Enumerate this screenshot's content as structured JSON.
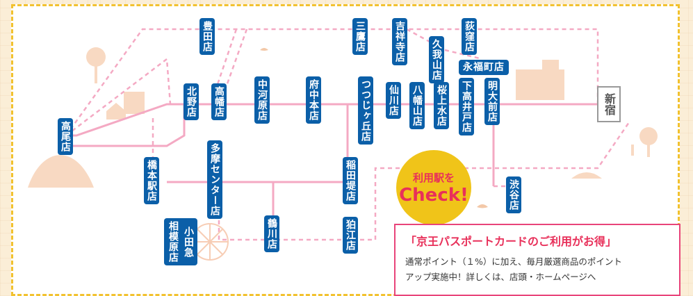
{
  "stations": {
    "toyoda": "豊田店",
    "mitaka": "三鷹店",
    "kichijoji": "吉祥寺店",
    "ogikubo": "荻窪店",
    "kugayama": "久我山店",
    "eifukucho": "永福町店",
    "takao": "高尾店",
    "kitano": "北野店",
    "takahata": "高幡店",
    "nakagawara": "中河原店",
    "fuchuhon": "府中本店",
    "tsutsujigaoka": "つつじヶ丘店",
    "sengawa": "仙川店",
    "hachimanyama": "八幡山店",
    "sakurajosui": "桜上水店",
    "shimotakaido": "下高井戸店",
    "meidaimae": "明大前店",
    "hashimoto": "橋本駅店",
    "tama_center": "多摩センター店",
    "inadazutsumi": "稲田堤店",
    "shibuya": "渋谷店",
    "odakyu_col1": "小田急",
    "odakyu_col2": "相模原店",
    "tsurukawa": "鶴川店",
    "komae": "狛江店",
    "shinjuku": "新宿"
  },
  "badge": {
    "line1": "利用駅を",
    "line2": "Check!"
  },
  "info": {
    "title": "「京王パスポートカードのご利用がお得」",
    "line1": "通常ポイント（１%）に加え、毎月厳選商品のポイント",
    "line2": "アップ実施中！詳しくは、店頭・ホームページへ"
  }
}
